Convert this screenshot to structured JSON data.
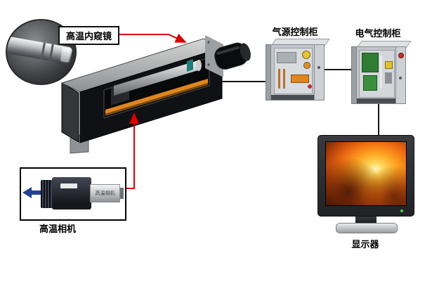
{
  "labels": {
    "endoscope": "高温内窥镜",
    "air_cabinet": "气源控制柜",
    "electric_cabinet": "电气控制柜",
    "camera": "高温相机",
    "camera_tube": "高温相机",
    "monitor": "显示器"
  },
  "colors": {
    "connector_red": "#dd0000",
    "connector_black": "#161616",
    "arrow_blue": "#23418f",
    "rail_orange": "#e0861e",
    "screen_glow": "#ffa823",
    "cabinet_gray": "#c2c6cb",
    "pcb_green": "#2f7d32"
  }
}
